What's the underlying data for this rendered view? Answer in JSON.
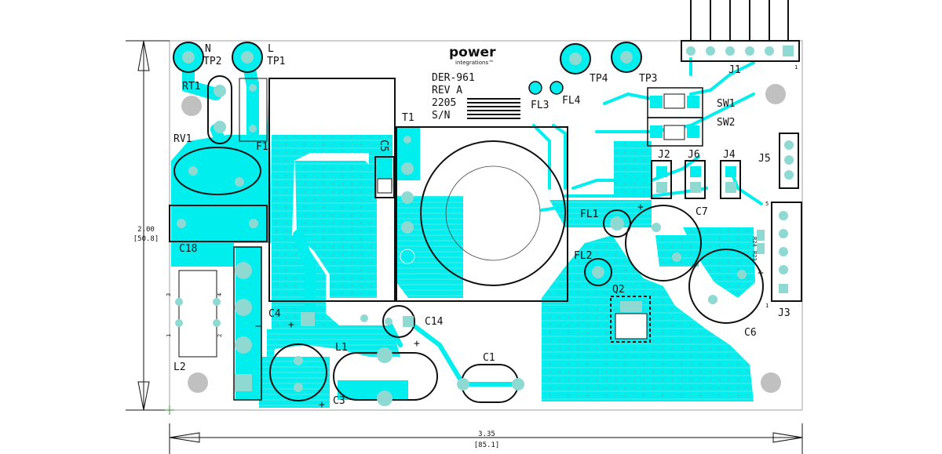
{
  "dimensions": {
    "height_value": "2.00",
    "height_metric": "[50.8]",
    "width_value": "3.35",
    "width_metric": "[85.1]"
  },
  "branding": {
    "logo_text": "power",
    "logo_sub": "integrations™"
  },
  "board_info": {
    "line1": "DER-961",
    "line2": "REV A",
    "line3": "2205",
    "line4": "S/N"
  },
  "labels": {
    "n": "N",
    "tp2": "TP2",
    "l": "L",
    "tp1": "TP1",
    "rt1": "RT1",
    "rv1": "RV1",
    "f1": "F1",
    "c18": "C18",
    "l2": "L2",
    "t1": "T1",
    "c5": "C5",
    "c4": "C4",
    "l1": "L1",
    "c3": "C3",
    "c14": "C14",
    "c1": "C1",
    "fl1": "FL1",
    "fl2": "FL2",
    "fl3": "FL3",
    "fl4": "FL4",
    "tp3": "TP3",
    "tp4": "TP4",
    "sw1": "SW1",
    "sw2": "SW2",
    "j1": "J1",
    "j2": "J2",
    "j3": "J3",
    "j4": "J4",
    "j5": "J5",
    "j6": "J6",
    "c6": "C6",
    "c7": "C7",
    "q2": "Q2",
    "r23": "R23",
    "r24": "R24"
  },
  "pin_numbers": {
    "l2_pin1": "1",
    "l2_pin2": "2",
    "l2_pin3": "3",
    "l2_pin4": "4",
    "j1_pin1": "1",
    "j3_pin1": "1",
    "j3_pin5": "5"
  },
  "polarity": {
    "plus": "+"
  },
  "colors": {
    "copper": "#00eeee",
    "outline": "#111111",
    "board_edge": "#a0a0a0",
    "mount_hole": "#c0c0c0",
    "pad": "#8fd9d3",
    "via": "#77aaaa"
  }
}
